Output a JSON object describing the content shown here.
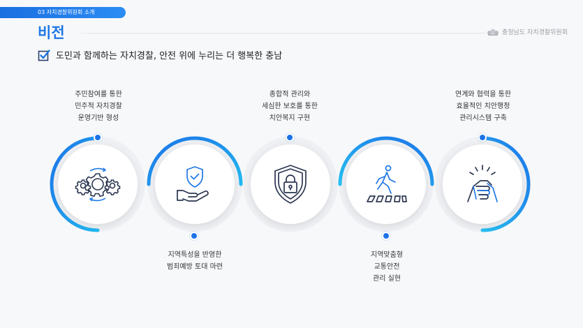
{
  "header": {
    "section_label": "03 자치경찰위원회 소개",
    "title": "비전",
    "org_name": "충청남도 자치경찰위원회"
  },
  "vision": {
    "statement": "도민과 함께하는 자치경찰, 안전 위에 누리는 더 행복한 충남"
  },
  "goals": [
    {
      "lines": [
        "주민참여를 통한",
        "민주적 자치경찰",
        "운영기반 형성"
      ],
      "icon": "gears-icon"
    },
    {
      "lines": [
        "지역특성을 반영한",
        "범죄예방 토대 마련"
      ],
      "icon": "hand-shield-icon"
    },
    {
      "lines": [
        "종합적 관리와",
        "세심한  보호를 통한",
        "치안복지 구현"
      ],
      "icon": "shield-lock-icon"
    },
    {
      "lines": [
        "지역맞춤형",
        "교통안전",
        "관리 실현"
      ],
      "icon": "pedestrian-crosswalk-icon"
    },
    {
      "lines": [
        "연계와 협력을 통한",
        "효율적인 치안행정",
        "관리시스템  구축"
      ],
      "icon": "handshake-icon"
    }
  ],
  "colors": {
    "accent": "#1f78e6",
    "ring_start": "#1c73e8",
    "ring_end": "#22b8f0"
  }
}
